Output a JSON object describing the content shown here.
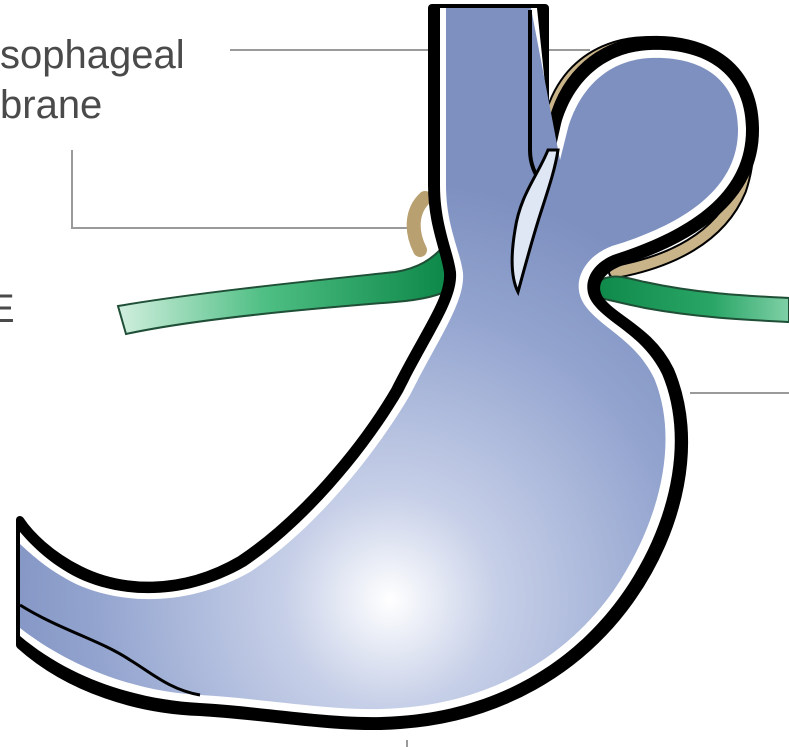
{
  "labels": {
    "membrane_line1": "sophageal",
    "membrane_line2": "brane",
    "diaphragm_fragment": "E"
  },
  "colors": {
    "stomach_fill": "#8a9cc8",
    "stomach_highlight": "#ffffff",
    "outline": "#000000",
    "inner_rim": "#ffffff",
    "diaphragm": "#1e9a5c",
    "membrane": "#c9b48a",
    "leader_line": "#9a9a9a"
  }
}
